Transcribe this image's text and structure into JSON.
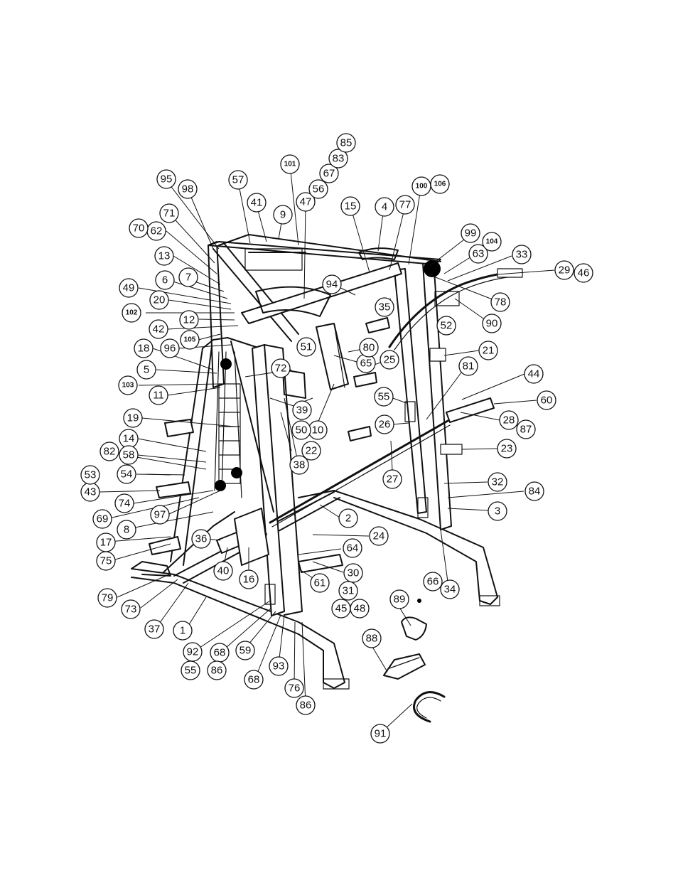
{
  "parts": [
    "1",
    "2",
    "3",
    "4",
    "5",
    "6",
    "7",
    "8",
    "9",
    "10",
    "11",
    "12",
    "13",
    "14",
    "15",
    "16",
    "17",
    "18",
    "19",
    "20",
    "21",
    "22",
    "23",
    "24",
    "25",
    "26",
    "27",
    "28",
    "29",
    "30",
    "31",
    "32",
    "33",
    "34",
    "35",
    "36",
    "37",
    "38",
    "39",
    "40",
    "41",
    "42",
    "43",
    "44",
    "45",
    "46",
    "47",
    "48",
    "49",
    "50",
    "51",
    "52",
    "53",
    "54",
    "55",
    "55",
    "56",
    "57",
    "58",
    "59",
    "60",
    "61",
    "62",
    "63",
    "64",
    "65",
    "66",
    "67",
    "68",
    "68",
    "69",
    "70",
    "71",
    "72",
    "73",
    "74",
    "75",
    "76",
    "77",
    "78",
    "79",
    "80",
    "81",
    "82",
    "83",
    "84",
    "85",
    "86",
    "86",
    "87",
    "88",
    "89",
    "90",
    "91",
    "92",
    "93",
    "94",
    "95",
    "96",
    "97",
    "98",
    "99",
    "100",
    "101",
    "102",
    "103",
    "104",
    "105",
    "106"
  ]
}
